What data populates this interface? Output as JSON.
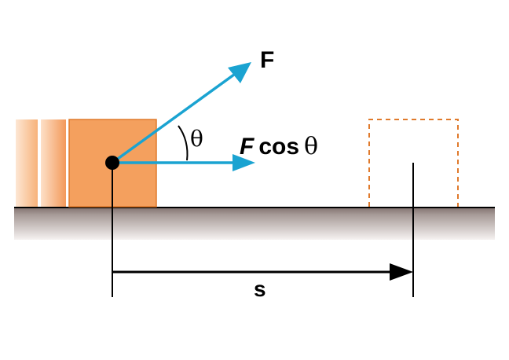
{
  "labels": {
    "force": "F",
    "angle": "θ",
    "component_italic": "F",
    "component_cos": "cos",
    "component_theta": "θ",
    "displacement": "s"
  },
  "colors": {
    "block": "#f4a05e",
    "block_edge": "#e07a2c",
    "arrow": "#1aa3d1",
    "ground_top": "#8a7b78",
    "ground_bottom": "#f7f3f2",
    "outline_dashed": "#e07a2c",
    "line": "#000000"
  },
  "icons": {
    "point": "filled-black-dot",
    "force_arrow": "cyan-arrow",
    "displacement_arrow": "black-arrow"
  }
}
